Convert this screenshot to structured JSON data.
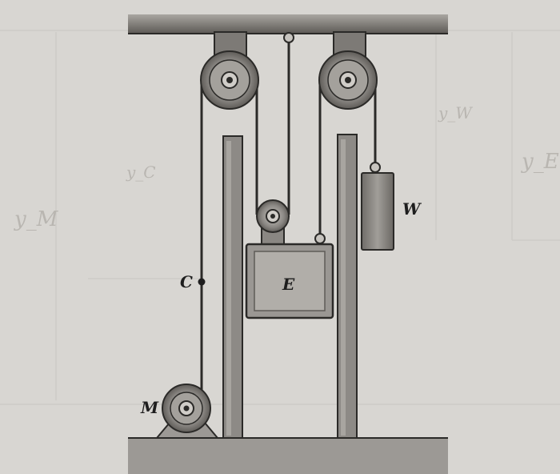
{
  "labels": {
    "motor": "M",
    "cable_point": "C",
    "elevator": "E",
    "counterweight": "W"
  },
  "faint_annotations": {
    "left_margin": "y_M",
    "right_margin": "y_E",
    "middle": "y_C",
    "upper_right": "y_W"
  },
  "colors": {
    "paper": "#d8d6d2",
    "ink": "#2b2a28",
    "metal_fill": "#8d8a86",
    "box_fill": "#9a9793",
    "box_inner": "#aeaba6",
    "ceiling": "#6f6c68"
  }
}
